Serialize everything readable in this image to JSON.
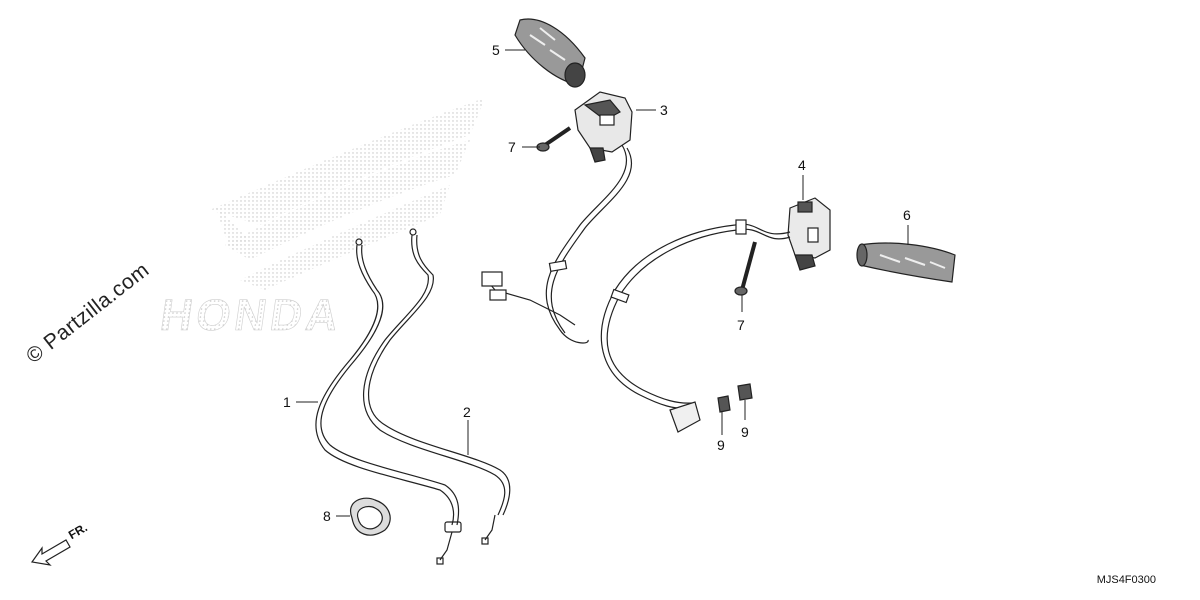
{
  "watermark": "© Partzilla.com",
  "background_logo": "HONDA",
  "diagram_code": "MJS4F0300",
  "front_indicator": "FR.",
  "callouts": {
    "c1": "1",
    "c2": "2",
    "c3": "3",
    "c4": "4",
    "c5": "5",
    "c6": "6",
    "c7a": "7",
    "c7b": "7",
    "c8": "8",
    "c9a": "9",
    "c9b": "9"
  }
}
